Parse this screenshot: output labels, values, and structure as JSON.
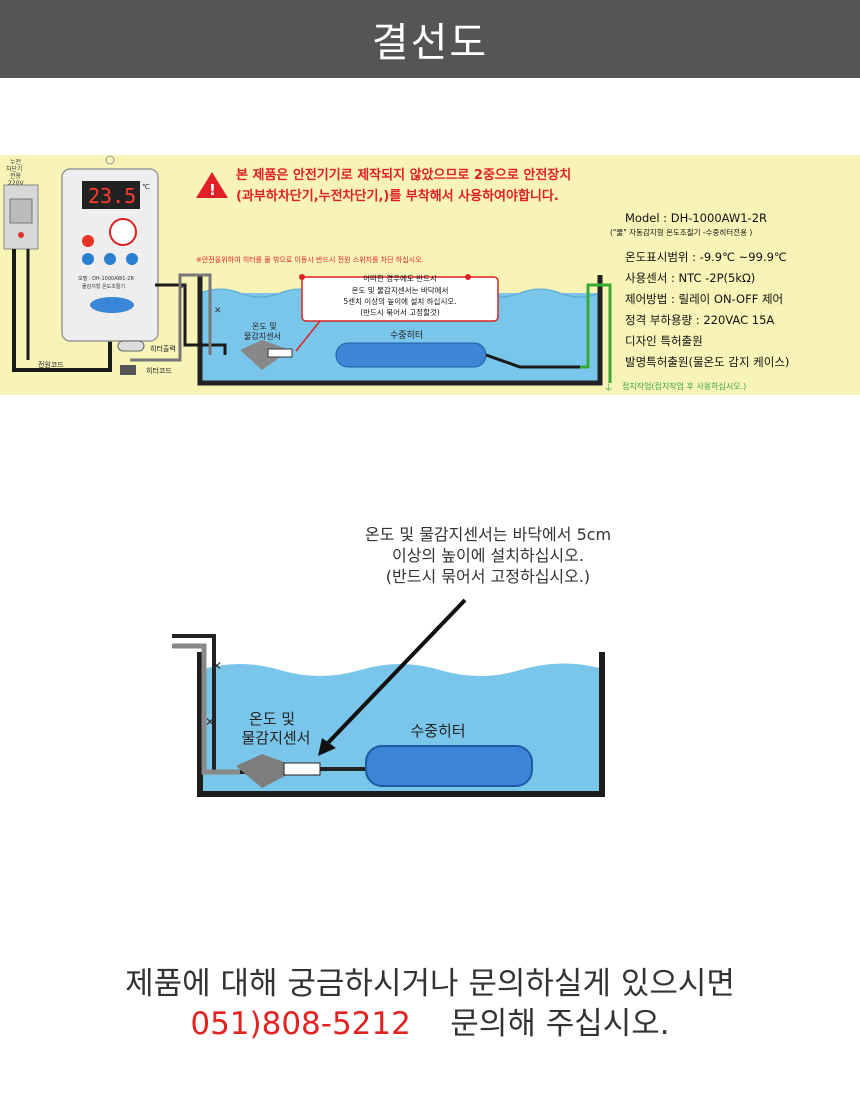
{
  "header": {
    "title": "결선도"
  },
  "colors": {
    "header_bg": "#555555",
    "panel_bg": "#f8f3b7",
    "water": "#7ac6ea",
    "warning_red": "#e21f26",
    "phone_red": "#e32222",
    "ground_green": "#39a935"
  },
  "top_diagram": {
    "breaker_label_1": "누전",
    "breaker_label_2": "차단기",
    "breaker_label_3": "전용",
    "breaker_label_4": "220V",
    "display_value": "23.5",
    "display_unit": "℃",
    "device_model_small": "모델 : DH-1000AW1-2R",
    "device_subtitle_small": "물감지형 온도조절기",
    "power_cord_label": "전원코드",
    "heater_output_label": "히터출력",
    "heater_cord_label": "히터코드",
    "warning_line_1": "본 제품은 안전기기로 제작되지 않았으므로 2중으로 안전장치",
    "warning_line_2": "(과부하차단기,누전차단기,)를 부착해서 사용하여야합니다.",
    "safety_note": "※안전을위하여 히터를 물 밖으로 이동시 반드시  전원 스위치를 차단 하십시오.",
    "callout_1": "어떠한 경우에도 반드시",
    "callout_2": "온도 및 물감지센서는 바닥에서",
    "callout_3": "5센치 이상의 높이에 설치 하십시오.",
    "callout_4": "(반드시 묶어서 고정할것)",
    "sensor_label_1": "온도 및",
    "sensor_label_2": "물감지센서",
    "heater_label": "수중히터",
    "ground_label": "접지작업(접지작업 후 사용하십시오.)",
    "specs": [
      "Model : DH-1000AW1-2R",
      "(\"물\" 자동감지형 온도조절기 -수중히터전용 )",
      "온도표시범위 : -9.9℃ ~99.9℃",
      "사용센서 : NTC -2P(5kΩ)",
      "제어방법 : 릴레이 ON-OFF 제어",
      "정격 부하용량 : 220VAC 15A",
      "디자인 특허출원",
      "발명특허출원(물온도 감지 케이스)"
    ]
  },
  "detail_diagram": {
    "annotation_1": "온도 및 물감지센서는 바닥에서 5cm",
    "annotation_2": "이상의 높이에 설치하십시오.",
    "annotation_3": "(반드시 묶어서 고정하십시오.)",
    "sensor_label_1": "온도 및",
    "sensor_label_2": "물감지센서",
    "heater_label": "수중히터"
  },
  "footer": {
    "line_1": "제품에 대해 궁금하시거나 문의하실게 있으시면",
    "phone": "051)808-5212",
    "line_2_rest": "문의해 주십시오."
  }
}
